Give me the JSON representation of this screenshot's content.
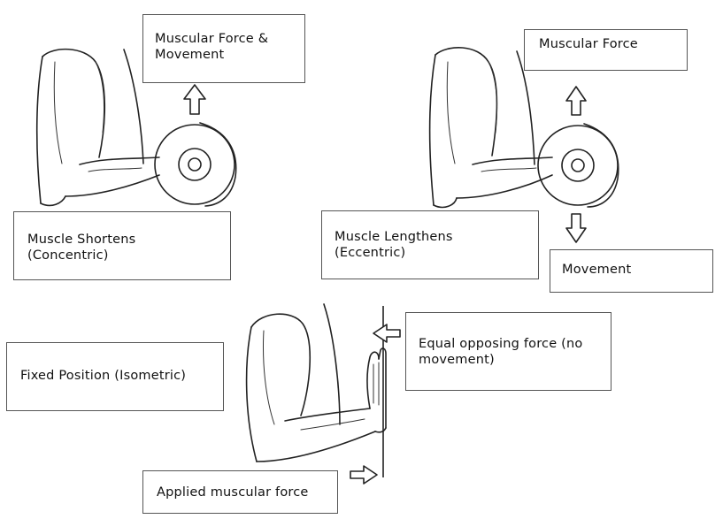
{
  "diagram": {
    "concentric": {
      "force_label_line1": "Muscular Force &",
      "force_label_line2": "Movement",
      "state_label_line1": "Muscle Shortens",
      "state_label_line2": "(Concentric)"
    },
    "eccentric": {
      "force_label": "Muscular Force",
      "movement_label": "Movement",
      "state_label_line1": "Muscle Lengthens",
      "state_label_line2": "(Eccentric)"
    },
    "isometric": {
      "state_label": "Fixed Position (Isometric)",
      "opposing_label_line1": "Equal opposing force (no",
      "opposing_label_line2": "movement)",
      "applied_label": "Applied muscular force"
    }
  },
  "icons": [
    "arm-dumbbell-illustration",
    "arm-wall-illustration",
    "arrow-up-icon",
    "arrow-down-icon",
    "arrow-left-icon",
    "arrow-right-icon"
  ],
  "colors": {
    "ink": "#222222",
    "box_border": "#555555",
    "background": "#ffffff"
  }
}
